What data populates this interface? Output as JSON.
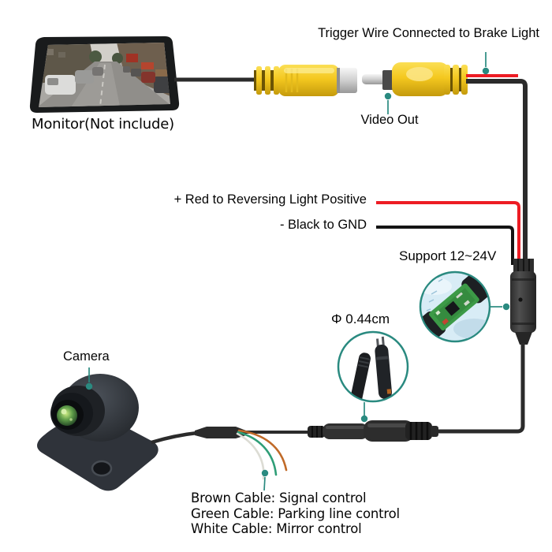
{
  "diagram": {
    "monitor_label": "Monitor(Not include)",
    "trigger_label": "Trigger Wire Connected to Brake Light",
    "video_out_label": "Video Out",
    "red_wire_label": "+ Red to Reversing Light Positive",
    "gnd_wire_label": "- Black to GND",
    "support_label": "Support 12~24V",
    "diameter_label": "Φ 0.44cm",
    "camera_label": "Camera",
    "wire_legend": {
      "brown": "Brown Cable: Signal control",
      "green": "Green Cable: Parking line control",
      "white": "White Cable: Mirror control"
    }
  },
  "colors": {
    "teal": "#2a8a80",
    "wire_red": "#ed1c24",
    "wire_brown": "#c06a28",
    "wire_green": "#2f9e77",
    "wire_white": "#dcdcd4",
    "connector_yellow": "#f4c81f",
    "pcb_green": "#3c9a47",
    "cable_black": "#2b2b2b",
    "inset_blue": "#d8ecf6"
  }
}
